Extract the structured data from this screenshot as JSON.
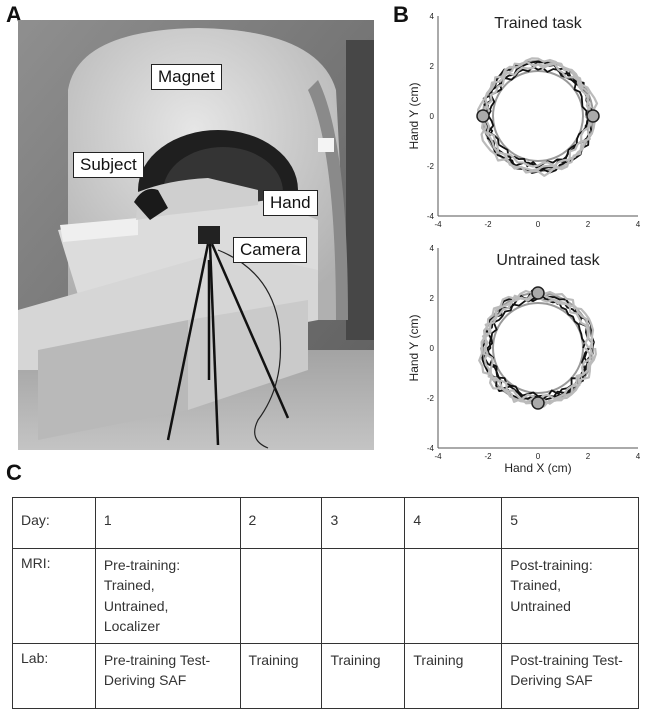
{
  "panels": {
    "a": "A",
    "b": "B",
    "c": "C"
  },
  "photo": {
    "labels": {
      "magnet": "Magnet",
      "subject": "Subject",
      "hand": "Hand",
      "camera": "Camera"
    }
  },
  "plots": {
    "ylabel": "Hand Y (cm)",
    "xlabel": "Hand X (cm)",
    "ticks": [
      "-4",
      "-2",
      "0",
      "2",
      "4"
    ],
    "trained_title": "Trained task",
    "untrained_title": "Untrained task"
  },
  "chart_data": [
    {
      "type": "line",
      "title": "Trained task",
      "ylabel": "Hand Y (cm)",
      "xlim": [
        -4,
        4
      ],
      "ylim": [
        -4,
        4
      ],
      "grid": false,
      "reference_circles_radius_cm": [
        1.8,
        2.2
      ],
      "targets": [
        {
          "x": -2.2,
          "y": 0
        },
        {
          "x": 2.2,
          "y": 0
        }
      ],
      "series": [
        {
          "color": "#111111",
          "approx_radius_cm": 2.05
        },
        {
          "color": "#bbbbbb",
          "approx_radius_cm": 2.15
        }
      ]
    },
    {
      "type": "line",
      "title": "Untrained task",
      "xlabel": "Hand X (cm)",
      "ylabel": "Hand Y (cm)",
      "xlim": [
        -4,
        4
      ],
      "ylim": [
        -4,
        4
      ],
      "grid": false,
      "reference_circles_radius_cm": [
        1.8,
        2.2
      ],
      "targets": [
        {
          "x": 0,
          "y": 2.2
        },
        {
          "x": 0,
          "y": -2.2
        }
      ],
      "series": [
        {
          "color": "#111111",
          "approx_radius_cm": 2.05
        },
        {
          "color": "#bbbbbb",
          "approx_radius_cm": 2.15
        }
      ]
    }
  ],
  "schedule": {
    "row_labels": [
      "Day:",
      "MRI:",
      "Lab:"
    ],
    "days": [
      "1",
      "2",
      "3",
      "4",
      "5"
    ],
    "mri": [
      "Pre-training:\nTrained,\nUntrained,\nLocalizer",
      "",
      "",
      "",
      "Post-training:\nTrained,\nUntrained"
    ],
    "lab": [
      "Pre-training Test-\nDeriving SAF",
      "Training",
      "Training",
      "Training",
      "Post-training Test-\nDeriving SAF"
    ]
  }
}
